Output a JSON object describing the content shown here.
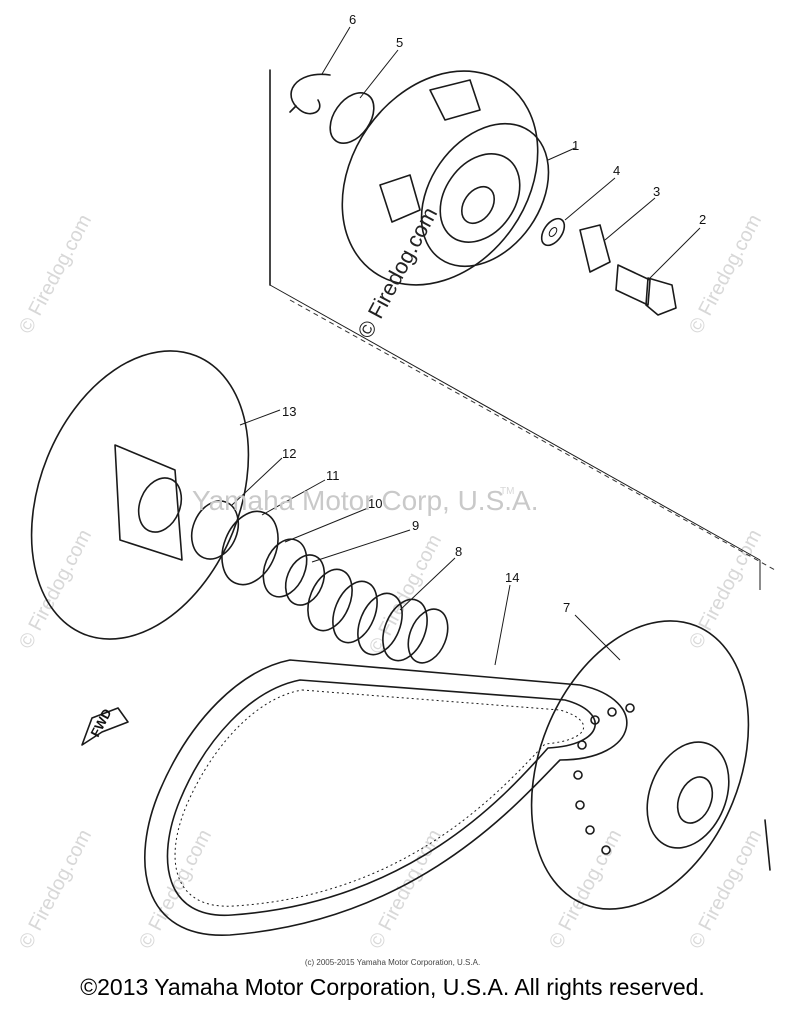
{
  "callouts": [
    "1",
    "2",
    "3",
    "4",
    "5",
    "6",
    "7",
    "8",
    "9",
    "10",
    "11",
    "12",
    "13",
    "14"
  ],
  "fwd_label": "FWD",
  "watermark": {
    "site": "© Firedog.com",
    "repeat": "© Firedog.com",
    "brand": "Yamaha Motor Corp, U.S.A.",
    "brand_tm": "TM"
  },
  "small_credit": "(c) 2005-2015 Yamaha Motor Corporation, U.S.A.",
  "footer": "©2013 Yamaha Motor Corporation, U.S.A. All rights reserved."
}
